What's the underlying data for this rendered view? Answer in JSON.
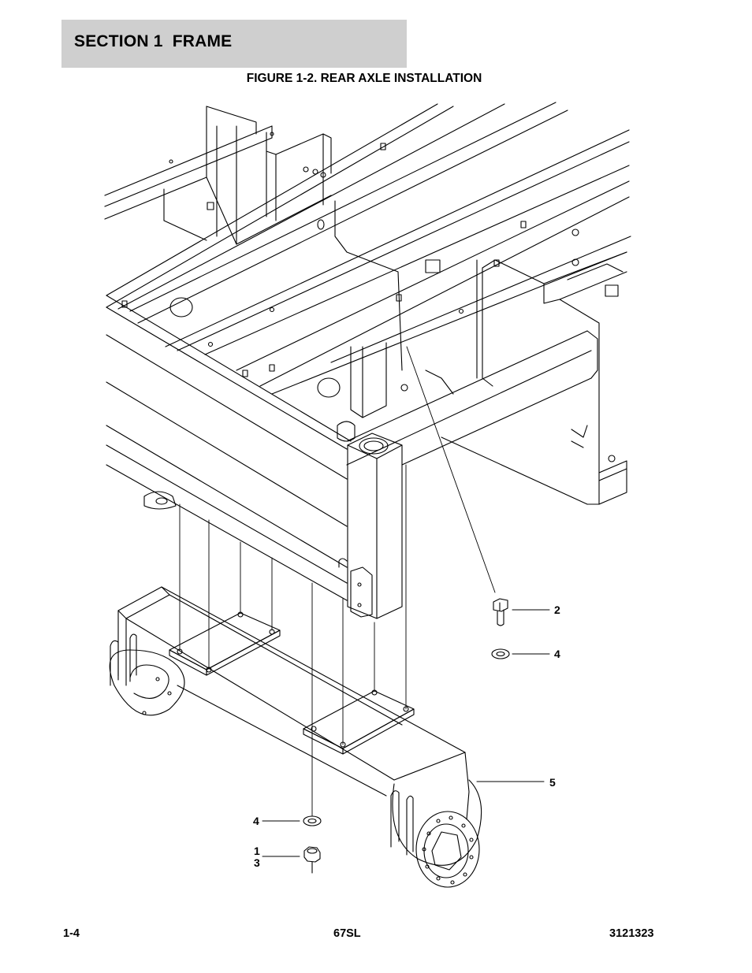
{
  "header": {
    "section_title": "SECTION 1  FRAME"
  },
  "figure": {
    "title": "FIGURE 1-2. REAR AXLE INSTALLATION"
  },
  "callouts": [
    {
      "id": "c2",
      "label": "2"
    },
    {
      "id": "c4a",
      "label": "4"
    },
    {
      "id": "c5",
      "label": "5"
    },
    {
      "id": "c4b",
      "label": "4"
    },
    {
      "id": "c1",
      "label": "1"
    },
    {
      "id": "c3",
      "label": "3"
    }
  ],
  "footer": {
    "page": "1-4",
    "model": "67SL",
    "doc_number": "3121323"
  }
}
